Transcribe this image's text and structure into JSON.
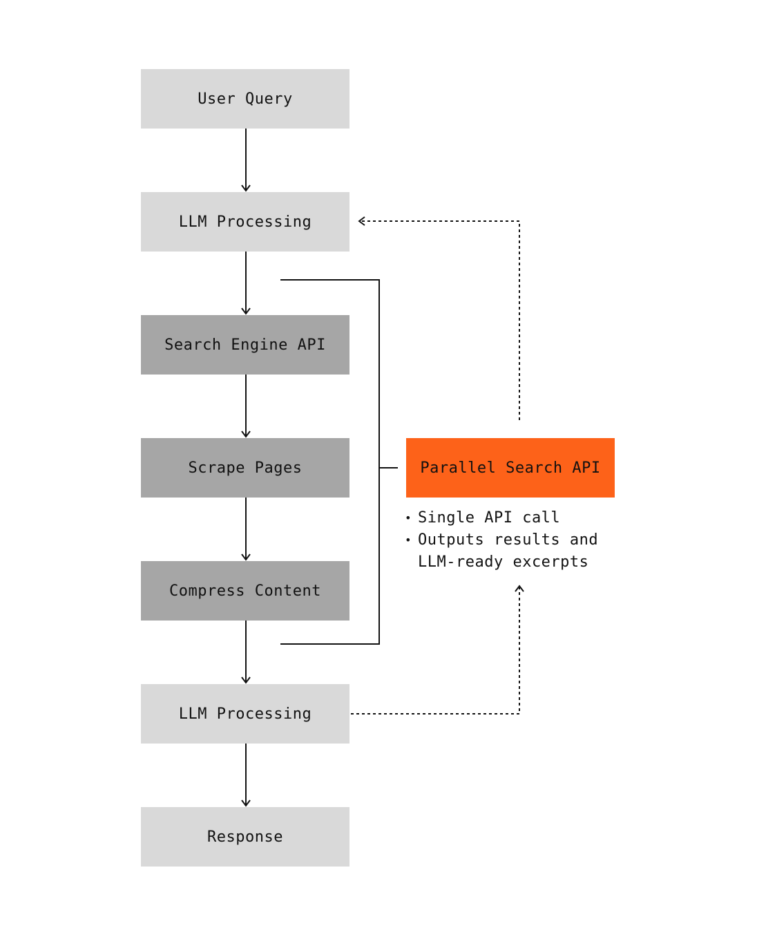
{
  "nodes": {
    "user_query": "User Query",
    "llm_processing_1": "LLM Processing",
    "search_engine_api": "Search Engine API",
    "scrape_pages": "Scrape Pages",
    "compress_content": "Compress Content",
    "llm_processing_2": "LLM Processing",
    "response": "Response",
    "parallel_search_api": "Parallel Search API"
  },
  "parallel_notes": [
    "Single API call",
    "Outputs results and LLM-ready excerpts"
  ],
  "colors": {
    "light_box": "#d9d9d9",
    "dark_box": "#a6a6a6",
    "accent": "#fd6219",
    "line": "#111111"
  }
}
